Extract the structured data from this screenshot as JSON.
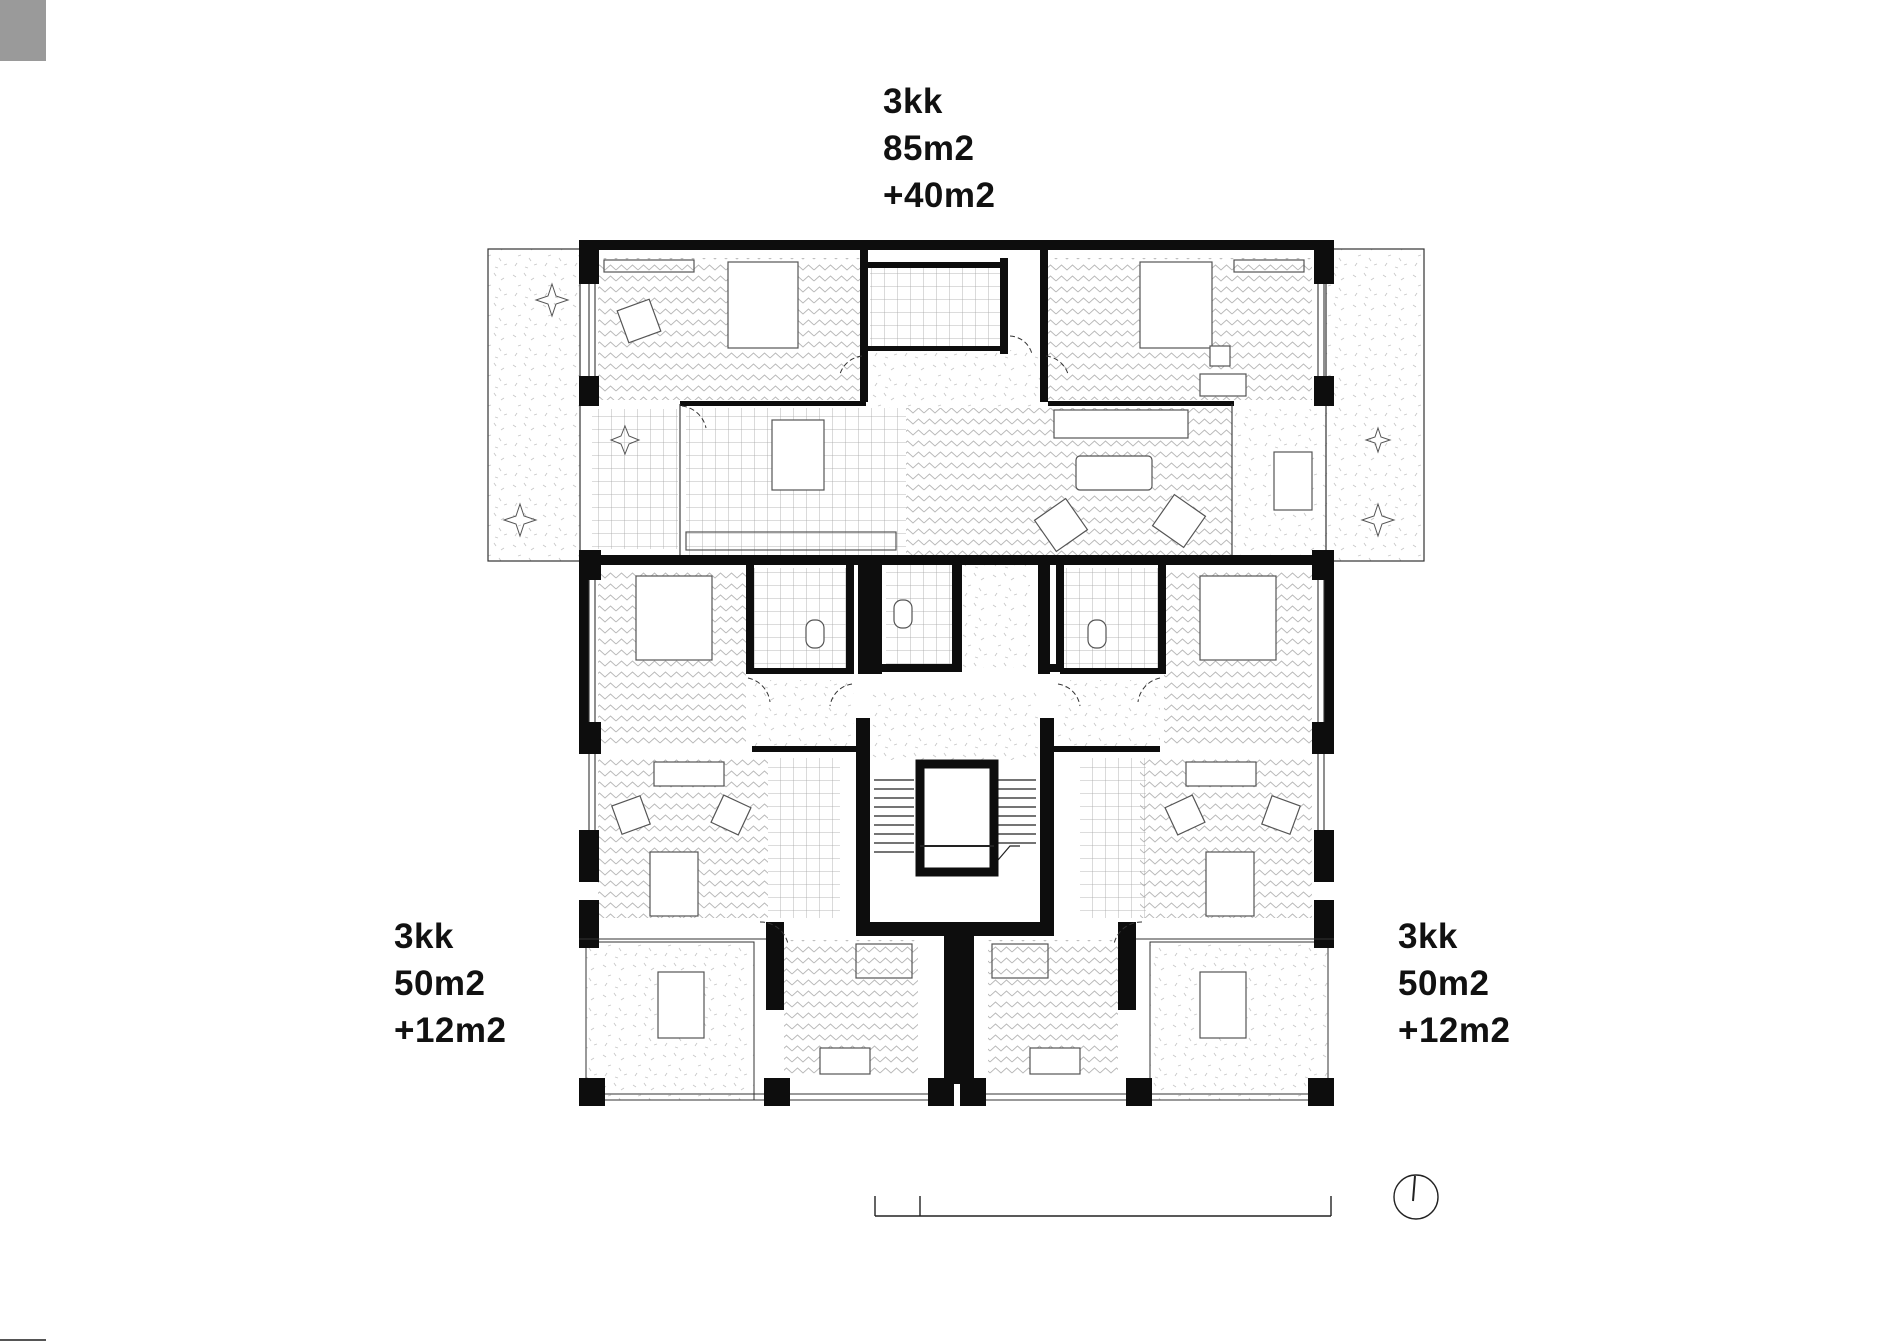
{
  "colors": {
    "wall": "#0d0d0d",
    "floor_hatch": "#b5b5b5",
    "tile": "#9d9d9d",
    "terrace_fill": "#f4f4f4",
    "swatch": "#9a9a9a",
    "background": "#ffffff"
  },
  "units": {
    "top": {
      "type": "3kk",
      "area": "85m2",
      "extra": "+40m2"
    },
    "bottom_left": {
      "type": "3kk",
      "area": "50m2",
      "extra": "+12m2"
    },
    "bottom_right": {
      "type": "3kk",
      "area": "50m2",
      "extra": "+12m2"
    }
  },
  "icons": {
    "north_arrow": "north-arrow-icon",
    "scale_bar": "scale-bar"
  }
}
